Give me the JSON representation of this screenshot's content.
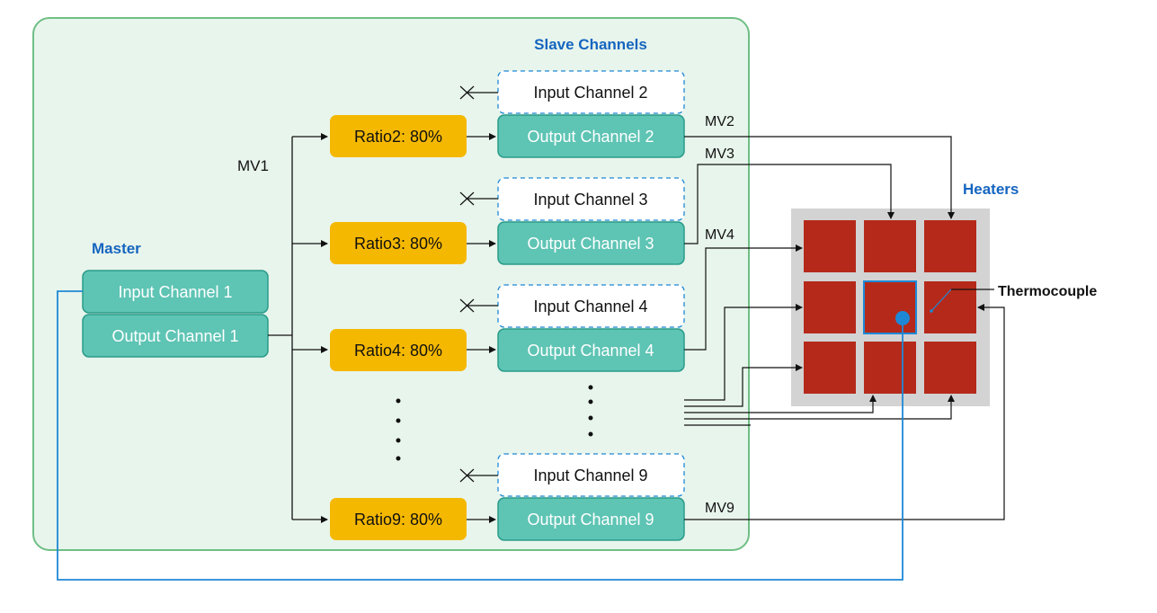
{
  "titles": {
    "slave_channels": "Slave Channels",
    "master": "Master",
    "heaters": "Heaters",
    "thermocouple": "Thermocouple"
  },
  "master": {
    "input": "Input Channel 1",
    "output": "Output Channel 1"
  },
  "mv1_label": "MV1",
  "slaves": [
    {
      "input": "Input Channel 2",
      "output": "Output Channel 2",
      "ratio": "Ratio2: 80%",
      "mv": "MV2"
    },
    {
      "input": "Input Channel 3",
      "output": "Output Channel 3",
      "ratio": "Ratio3: 80%",
      "mv": "MV3"
    },
    {
      "input": "Input Channel 4",
      "output": "Output Channel 4",
      "ratio": "Ratio4: 80%",
      "mv": "MV4"
    },
    {
      "input": "Input Channel 9",
      "output": "Output Channel 9",
      "ratio": "Ratio9: 80%",
      "mv": "MV9"
    }
  ],
  "colors": {
    "panel_bg": "#e8f5ec",
    "panel_border": "#6fbf85",
    "channel_fill": "#5ec4b4",
    "channel_stroke": "#2a9b8a",
    "ratio_fill": "#f5b800",
    "heater_fill": "#b5291a",
    "heater_frame": "#d3d3d3",
    "title_blue": "#1565c0",
    "feedback_line": "#1e88d6",
    "dashed_stroke": "#1e88d6"
  }
}
